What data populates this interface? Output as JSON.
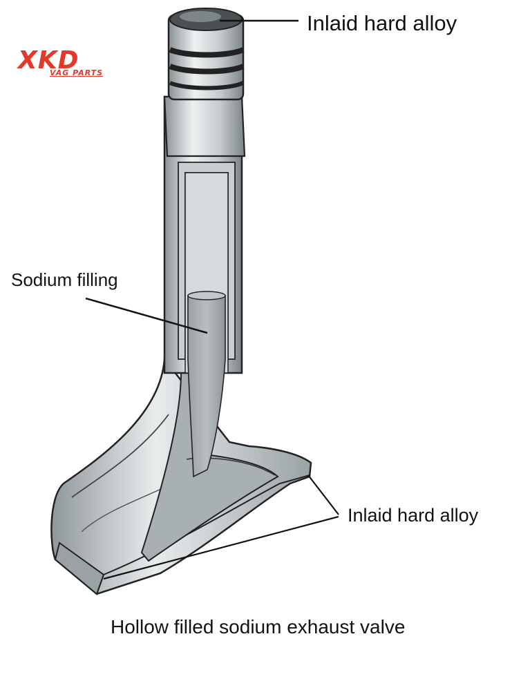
{
  "labels": {
    "top_callout": "Inlaid hard alloy",
    "sodium_callout": "Sodium filling",
    "bottom_callout": "Inlaid hard alloy",
    "caption": "Hollow filled sodium exhaust valve"
  },
  "logo": {
    "main": "XKD",
    "sub": "VAG PARTS",
    "color": "#e23a2a"
  },
  "colors": {
    "metal_light": "#e6e9ea",
    "metal_mid": "#b9bfc2",
    "metal_dark": "#7f878b",
    "sodium": "#a4abae",
    "outline": "#222222"
  }
}
